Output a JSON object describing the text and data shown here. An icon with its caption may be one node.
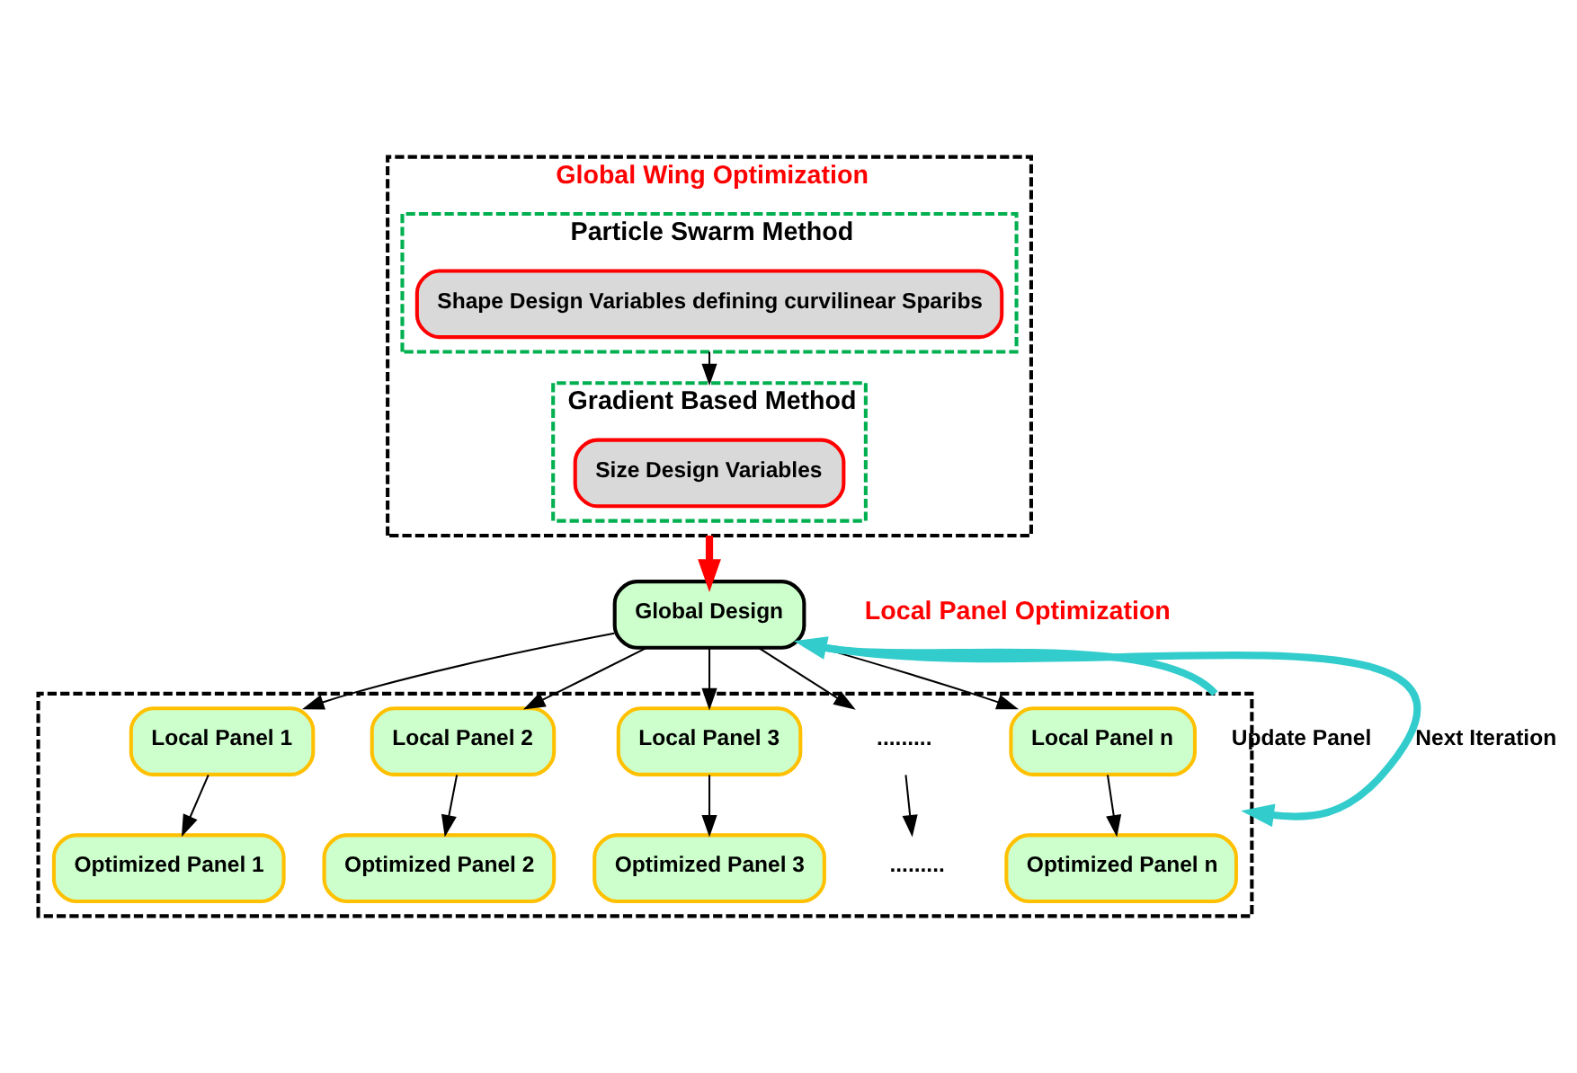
{
  "diagram": {
    "nodes": [
      {
        "text": [
          "Global Wing Optimization"
        ]
      },
      {
        "text": [
          "Particle Swarm Method"
        ],
        "in": 0
      },
      {
        "text": [
          "Shape Design Variables defining curvilinear Sparibs"
        ],
        "in": 1
      },
      {
        "text": [
          "Gradient Based Method"
        ],
        "in": 0
      },
      {
        "text": [
          "Size Design Variables"
        ],
        "in": 3
      },
      {
        "text": [
          "Global Design"
        ]
      },
      {
        "text": [],
        "shape": "box"
      },
      {
        "text": [
          "Local Panel 1"
        ],
        "in": 6
      },
      {
        "text": [
          "Local Panel 2"
        ],
        "in": 6
      },
      {
        "text": [
          "Local Panel 3"
        ],
        "in": 6
      },
      {
        "text": [
          "........."
        ],
        "in": 6
      },
      {
        "text": [
          "Local Panel n"
        ],
        "in": 6
      },
      {
        "text": [
          "Optimized Panel 1"
        ],
        "in": 6
      },
      {
        "text": [
          "Optimized Panel 2"
        ],
        "in": 6
      },
      {
        "text": [
          "Optimized Panel 3"
        ],
        "in": 6
      },
      {
        "text": [
          "........."
        ],
        "in": 6
      },
      {
        "text": [
          "Optimized Panel n"
        ],
        "in": 6
      }
    ],
    "edges": [
      {
        "from": 1,
        "to": 3,
        "arrow": "to"
      },
      {
        "from": 0,
        "to": 5,
        "arrow": "to",
        "style": "thick",
        "color": "#ff0000"
      },
      {
        "from": 6,
        "to": 5,
        "arrow": "to",
        "label": "Update Panel",
        "style": "thick",
        "color": "#33cccc"
      },
      {
        "from": 5,
        "to": 6,
        "arrow": "to",
        "label": "Next Iteration",
        "style": "thick",
        "color": "#33cccc"
      },
      {
        "from": 5,
        "to": 7,
        "arrow": "to"
      },
      {
        "from": 5,
        "to": 8,
        "arrow": "to"
      },
      {
        "from": 5,
        "to": 9,
        "arrow": "to"
      },
      {
        "from": 5,
        "to": 10,
        "arrow": "to"
      },
      {
        "from": 5,
        "to": 11,
        "arrow": "to"
      },
      {
        "from": 7,
        "to": 12,
        "arrow": "to"
      },
      {
        "from": 8,
        "to": 13,
        "arrow": "to"
      },
      {
        "from": 9,
        "to": 14,
        "arrow": "to"
      },
      {
        "from": 10,
        "to": 15,
        "arrow": "to"
      },
      {
        "from": 11,
        "to": 16,
        "arrow": "to"
      }
    ],
    "labels": [
      "Local Panel Optimization"
    ]
  }
}
